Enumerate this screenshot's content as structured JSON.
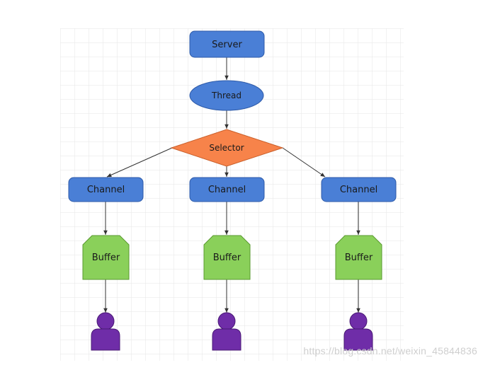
{
  "colors": {
    "blue_node": "#4a7fd6",
    "blue_border": "#2d5aa8",
    "selector_fill": "#f7834a",
    "selector_border": "#c95f2a",
    "buffer_fill": "#8ad05a",
    "buffer_border": "#5a9a30",
    "user_fill": "#6f2da8",
    "user_border": "#4a1a75",
    "edge": "#333333",
    "grid": "#e6e6e6"
  },
  "nodes": {
    "server": "Server",
    "thread": "Thread",
    "selector": "Selector",
    "channels": [
      "Channel",
      "Channel",
      "Channel"
    ],
    "buffers": [
      "Buffer",
      "Buffer",
      "Buffer"
    ]
  },
  "icons": {
    "user": "user-icon"
  },
  "watermark": "https://blog.csdn.net/weixin_45844836"
}
